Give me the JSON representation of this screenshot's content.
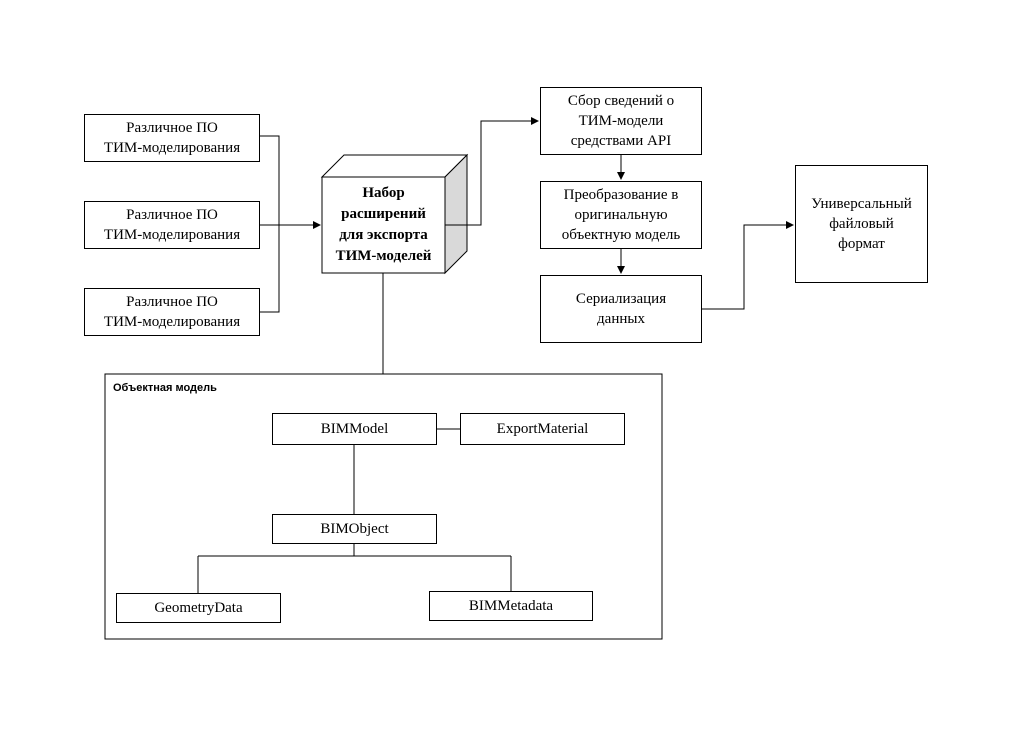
{
  "software_boxes": [
    {
      "label": "Различное ПО\nТИМ-моделирования"
    },
    {
      "label": "Различное ПО\nТИМ-моделирования"
    },
    {
      "label": "Различное ПО\nТИМ-моделирования"
    }
  ],
  "extension_set": {
    "label": "Набор\nрасширений\nдля экспорта\nТИМ-моделей"
  },
  "pipeline": {
    "collect": "Сбор сведений о\nТИМ-модели\nсредствами API",
    "transform": "Преобразование в\nоригинальную\nобъектную модель",
    "serialize": "Сериализация\nданных"
  },
  "universal_format": "Универсальный\nфайловый\nформат",
  "object_model": {
    "title": "Объектная модель",
    "bim_model": "BIMModel",
    "export_material": "ExportMaterial",
    "bim_object": "BIMObject",
    "geometry_data": "GeometryData",
    "bim_metadata": "BIMMetadata"
  }
}
